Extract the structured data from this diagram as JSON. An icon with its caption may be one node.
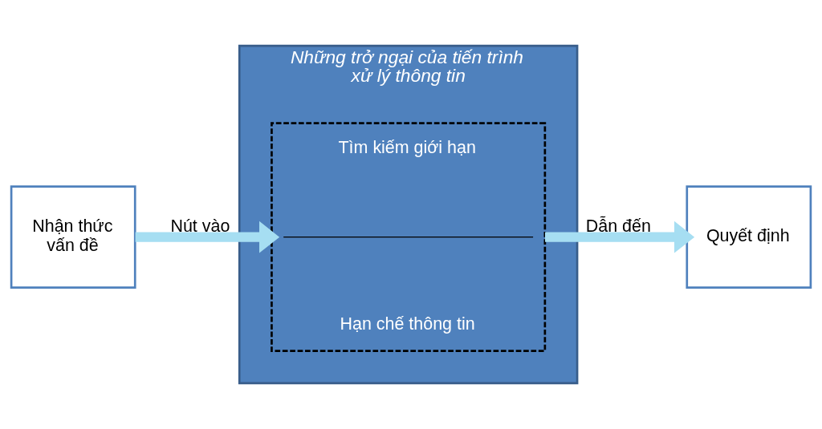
{
  "diagram": {
    "nodes": [
      {
        "text": [
          "Nhận thức vấn đề"
        ]
      },
      {
        "text": [
          "Những trở ngại của tiến trình xử lý thông tin"
        ]
      },
      {
        "text": [
          "Tìm kiếm giới hạn",
          "Hạn chế thông tin"
        ],
        "in": 1
      },
      {
        "text": [
          "Quyết định"
        ]
      }
    ],
    "edges": [
      {
        "from": 0,
        "to": 2,
        "arrow": "to",
        "label": "Nút vào"
      },
      {
        "from": 2,
        "to": 3,
        "arrow": "to",
        "label": "Dẫn đến"
      }
    ]
  }
}
